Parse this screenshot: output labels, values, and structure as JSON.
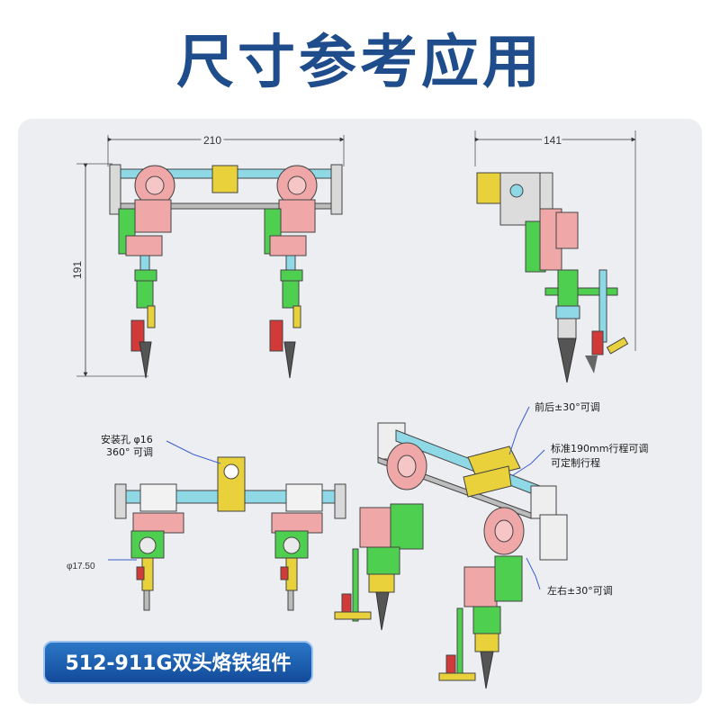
{
  "title": "尺寸参考应用",
  "dimensions": {
    "front_width": "210",
    "front_height": "191",
    "side_width": "141",
    "bottom_diameter": "φ17.50"
  },
  "annotations": {
    "mount_hole_line1": "安装孔  φ16",
    "mount_hole_line2": "360° 可调",
    "front_back": "前后±30°可调",
    "travel_line1": "标准190mm行程可调",
    "travel_line2": "可定制行程",
    "left_right": "左右±30°可调"
  },
  "model_label": "512-911G双头烙铁组件",
  "colors": {
    "title": "#1f4d8c",
    "rod": "#8fd8e6",
    "pink": "#f0a7a7",
    "green": "#4fcf4f",
    "yellow": "#e8d13a",
    "red": "#d23a3a",
    "gray": "#d4d4d4",
    "badge": "#1a5fb0"
  }
}
